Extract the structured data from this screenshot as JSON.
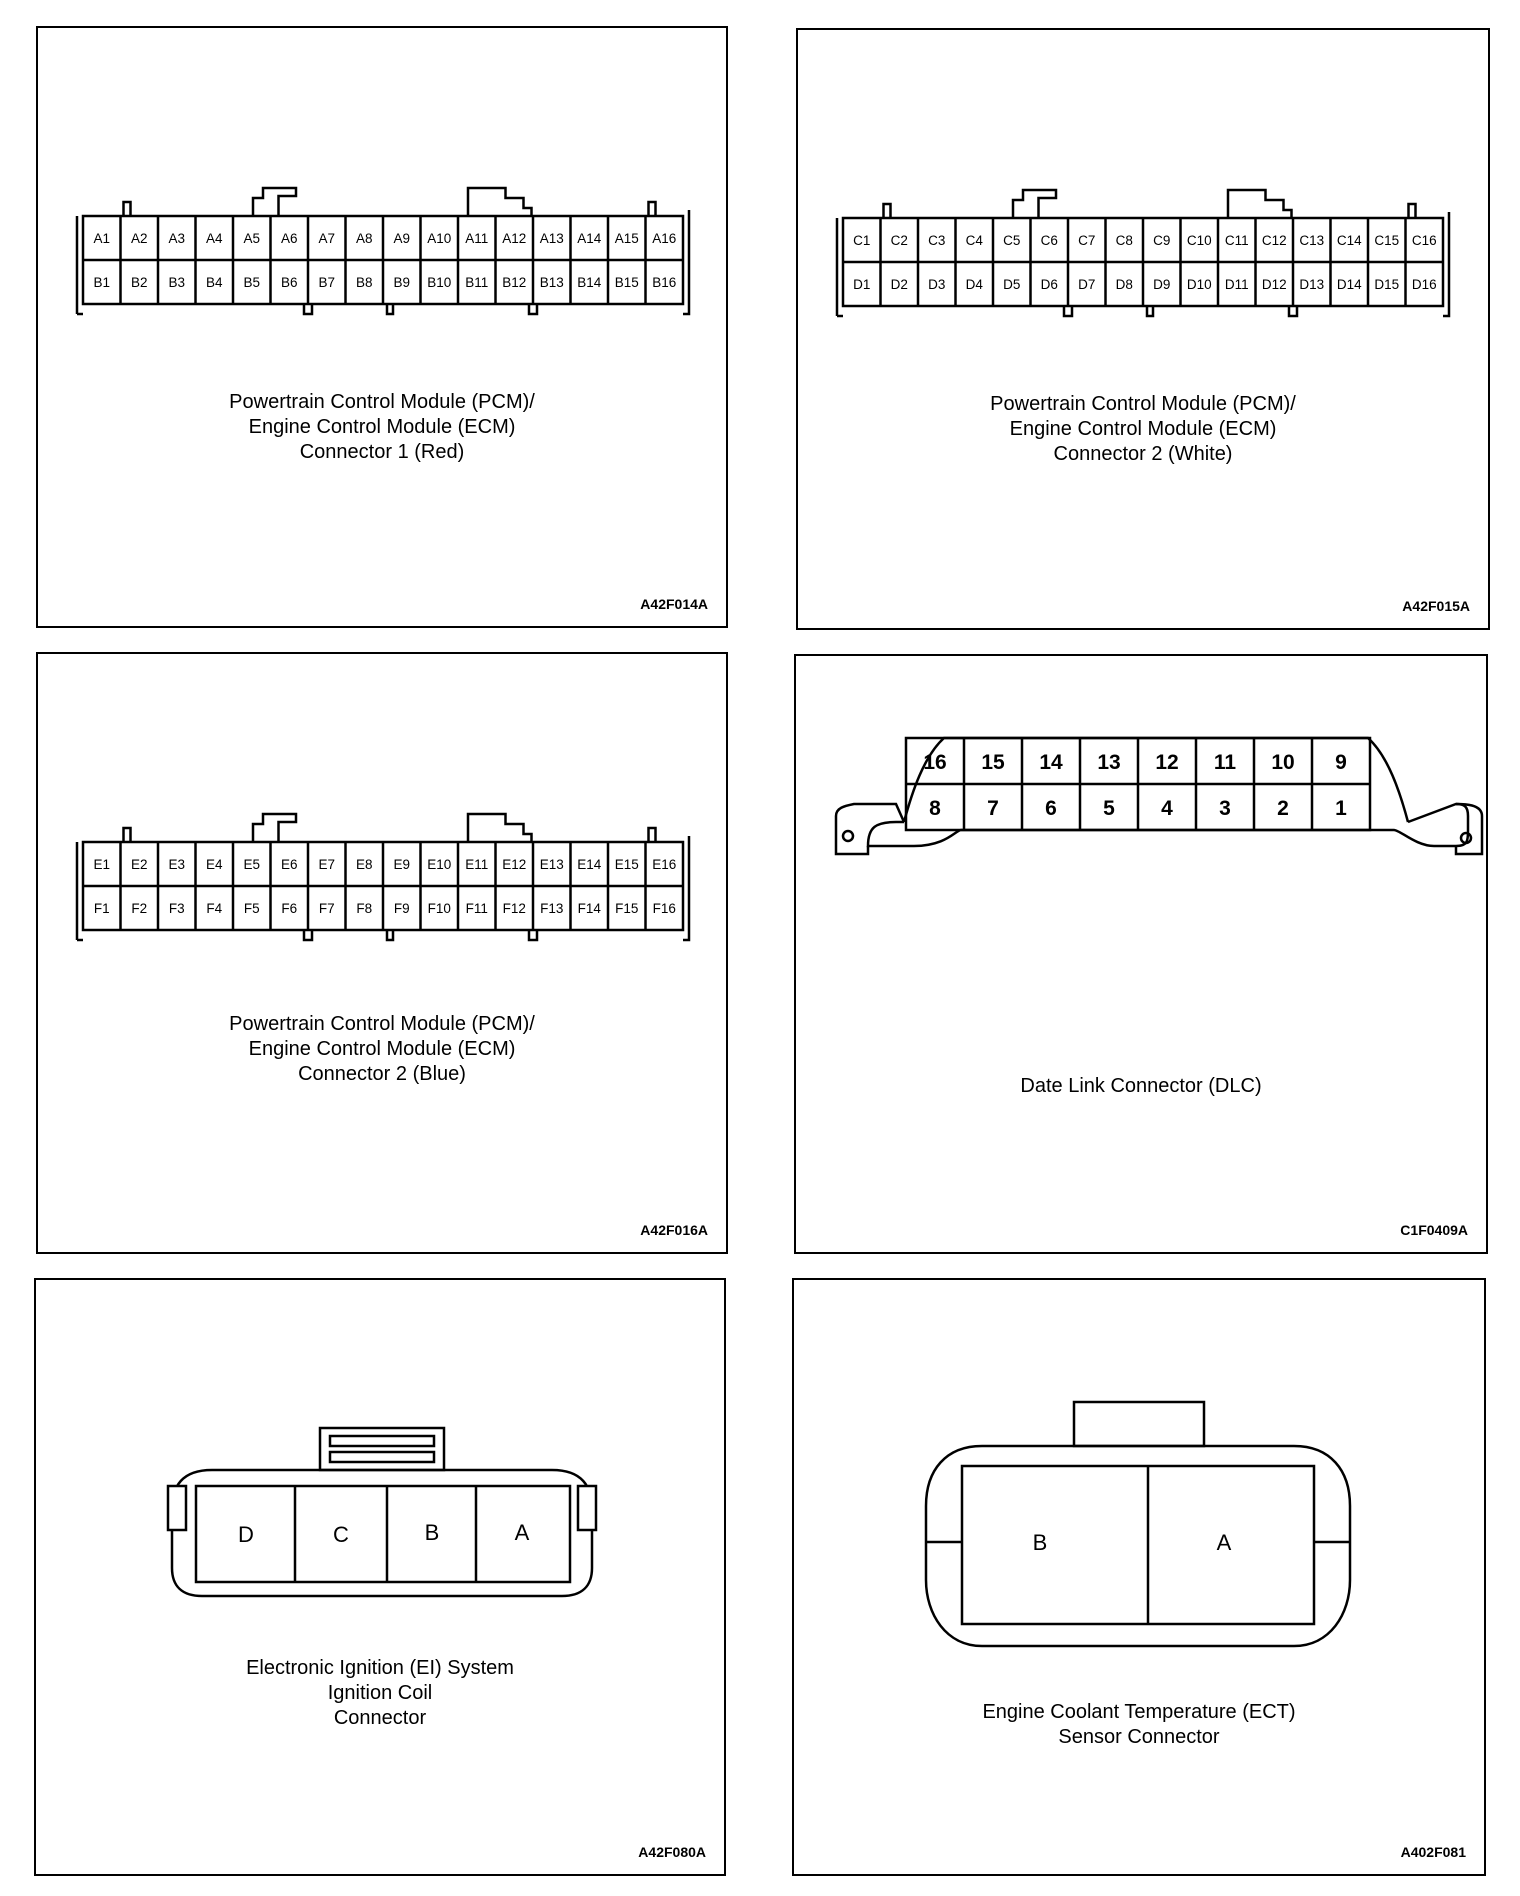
{
  "panels": [
    {
      "caption": [
        "Powertrain Control Module (PCM)/",
        "Engine Control Module (ECM)",
        "Connector 1 (Red)"
      ],
      "code": "A42F014A",
      "top_row": [
        "A1",
        "A2",
        "A3",
        "A4",
        "A5",
        "A6",
        "A7",
        "A8",
        "A9",
        "A10",
        "A11",
        "A12",
        "A13",
        "A14",
        "A15",
        "A16"
      ],
      "bottom_row": [
        "B1",
        "B2",
        "B3",
        "B4",
        "B5",
        "B6",
        "B7",
        "B8",
        "B9",
        "B10",
        "B11",
        "B12",
        "B13",
        "B14",
        "B15",
        "B16"
      ]
    },
    {
      "caption": [
        "Powertrain Control Module (PCM)/",
        "Engine Control Module (ECM)",
        "Connector 2 (White)"
      ],
      "code": "A42F015A",
      "top_row": [
        "C1",
        "C2",
        "C3",
        "C4",
        "C5",
        "C6",
        "C7",
        "C8",
        "C9",
        "C10",
        "C11",
        "C12",
        "C13",
        "C14",
        "C15",
        "C16"
      ],
      "bottom_row": [
        "D1",
        "D2",
        "D3",
        "D4",
        "D5",
        "D6",
        "D7",
        "D8",
        "D9",
        "D10",
        "D11",
        "D12",
        "D13",
        "D14",
        "D15",
        "D16"
      ]
    },
    {
      "caption": [
        "Powertrain Control Module (PCM)/",
        "Engine Control Module (ECM)",
        "Connector 2 (Blue)"
      ],
      "code": "A42F016A",
      "top_row": [
        "E1",
        "E2",
        "E3",
        "E4",
        "E5",
        "E6",
        "E7",
        "E8",
        "E9",
        "E10",
        "E11",
        "E12",
        "E13",
        "E14",
        "E15",
        "E16"
      ],
      "bottom_row": [
        "F1",
        "F2",
        "F3",
        "F4",
        "F5",
        "F6",
        "F7",
        "F8",
        "F9",
        "F10",
        "F11",
        "F12",
        "F13",
        "F14",
        "F15",
        "F16"
      ]
    },
    {
      "caption": [
        "Date Link Connector (DLC)"
      ],
      "code": "C1F0409A",
      "top_row": [
        "16",
        "15",
        "14",
        "13",
        "12",
        "11",
        "10",
        "9"
      ],
      "bottom_row": [
        "8",
        "7",
        "6",
        "5",
        "4",
        "3",
        "2",
        "1"
      ]
    },
    {
      "caption": [
        "Electronic Ignition (EI) System",
        "Ignition Coil",
        "Connector"
      ],
      "code": "A42F080A",
      "pins": [
        "D",
        "C",
        "B",
        "A"
      ]
    },
    {
      "caption": [
        "Engine Coolant Temperature (ECT)",
        "Sensor Connector"
      ],
      "code": "A402F081",
      "pins": [
        "B",
        "A"
      ]
    }
  ]
}
